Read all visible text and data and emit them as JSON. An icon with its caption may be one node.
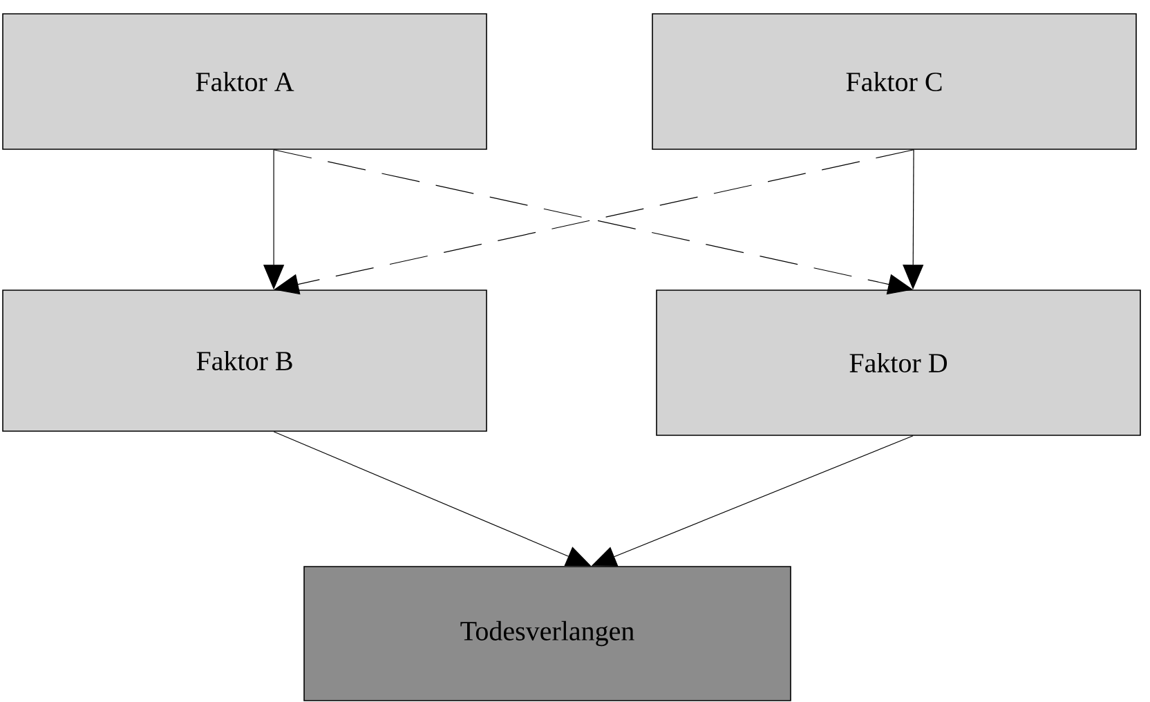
{
  "diagram": {
    "nodes": [
      {
        "text": [
          "Faktor A"
        ]
      },
      {
        "text": [
          "Faktor C"
        ]
      },
      {
        "text": [
          "Faktor B"
        ]
      },
      {
        "text": [
          "Faktor D"
        ]
      },
      {
        "text": [
          "Todesverlangen"
        ]
      }
    ],
    "edges": [
      {
        "from": 0,
        "to": 2,
        "arrow": "to"
      },
      {
        "from": 1,
        "to": 3,
        "arrow": "to"
      },
      {
        "from": 0,
        "to": 3,
        "arrow": "to",
        "style": "dashed"
      },
      {
        "from": 1,
        "to": 2,
        "arrow": "to",
        "style": "dashed"
      },
      {
        "from": 2,
        "to": 4,
        "arrow": "to"
      },
      {
        "from": 3,
        "to": 4,
        "arrow": "to"
      }
    ]
  }
}
